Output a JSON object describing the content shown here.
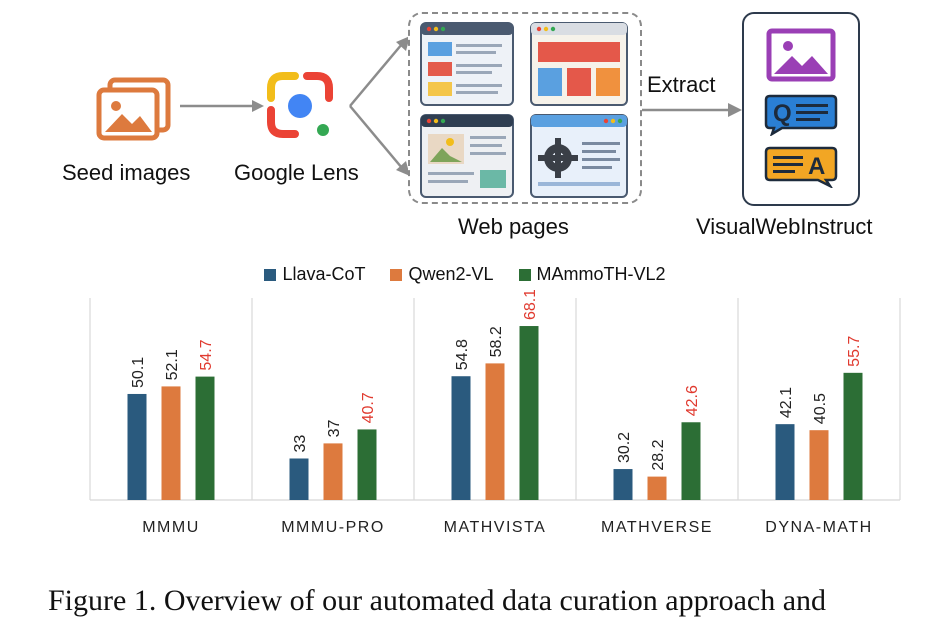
{
  "pipeline": {
    "seed_label": "Seed images",
    "lens_label": "Google Lens",
    "web_label": "Web pages",
    "extract_label": "Extract",
    "output_label": "VisualWebInstruct"
  },
  "caption": "Figure 1.  Overview of our automated data curation approach and",
  "colors": {
    "llava": "#2a5a7e",
    "qwen": "#dd7a3e",
    "mammoth": "#2c6e35",
    "highlight": "#e03a2f",
    "grid": "#d8d8d8"
  },
  "chart_data": {
    "type": "bar",
    "categories": [
      "MMMU",
      "MMMU-PRO",
      "MATHVISTA",
      "MATHVERSE",
      "DYNA-MATH"
    ],
    "series": [
      {
        "name": "Llava-CoT",
        "values": [
          50.1,
          33,
          54.8,
          30.2,
          42.1
        ],
        "labels": [
          "50.1",
          "33",
          "54.8",
          "30.2",
          "42.1"
        ]
      },
      {
        "name": "Qwen2-VL",
        "values": [
          52.1,
          37,
          58.2,
          28.2,
          40.5
        ],
        "labels": [
          "52.1",
          "37",
          "58.2",
          "28.2",
          "40.5"
        ]
      },
      {
        "name": "MAmmoTH-VL2",
        "values": [
          54.7,
          40.7,
          68.1,
          42.6,
          55.7
        ],
        "labels": [
          "54.7",
          "40.7",
          "68.1",
          "42.6",
          "55.7"
        ]
      }
    ],
    "highlight_series": "MAmmoTH-VL2",
    "legend_position": "top-center",
    "grid": false,
    "ylim": [
      22,
      75
    ]
  }
}
